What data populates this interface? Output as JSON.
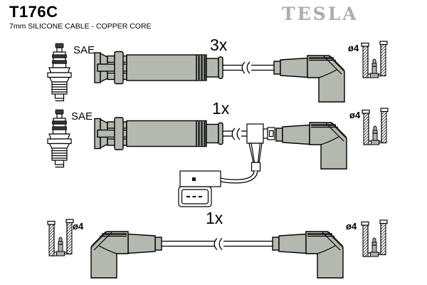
{
  "header": {
    "part_number": "T176C",
    "subtitle": "7mm SILICONE CABLE - COPPER CORE",
    "brand": "TESLA"
  },
  "diagram": {
    "row1": {
      "qty": "3x",
      "plug": "SAE",
      "socket": "ø4"
    },
    "row2": {
      "qty": "1x",
      "plug": "SAE",
      "socket": "ø4"
    },
    "row3": {
      "qty": "1x",
      "socket_left": "ø4",
      "socket_right": "ø4"
    }
  },
  "icons": {
    "spark-plug-icon": "spark plug side view",
    "straight-plug-boot-icon": "straight spark plug boot with clamp flange",
    "angled-distributor-boot-icon": "90-degree elbow boot",
    "socket-cross-section-icon": "ø4 socket terminal cut-away",
    "cable-break-icon": "cable length break marks",
    "coil-connector-icon": "ignition coil connector block with 3-pin face"
  },
  "colors": {
    "boot-fill": "#b3b9af",
    "brand": "#a9b1a6",
    "outline": "#000000",
    "background": "#ffffff",
    "text": "#000000"
  }
}
